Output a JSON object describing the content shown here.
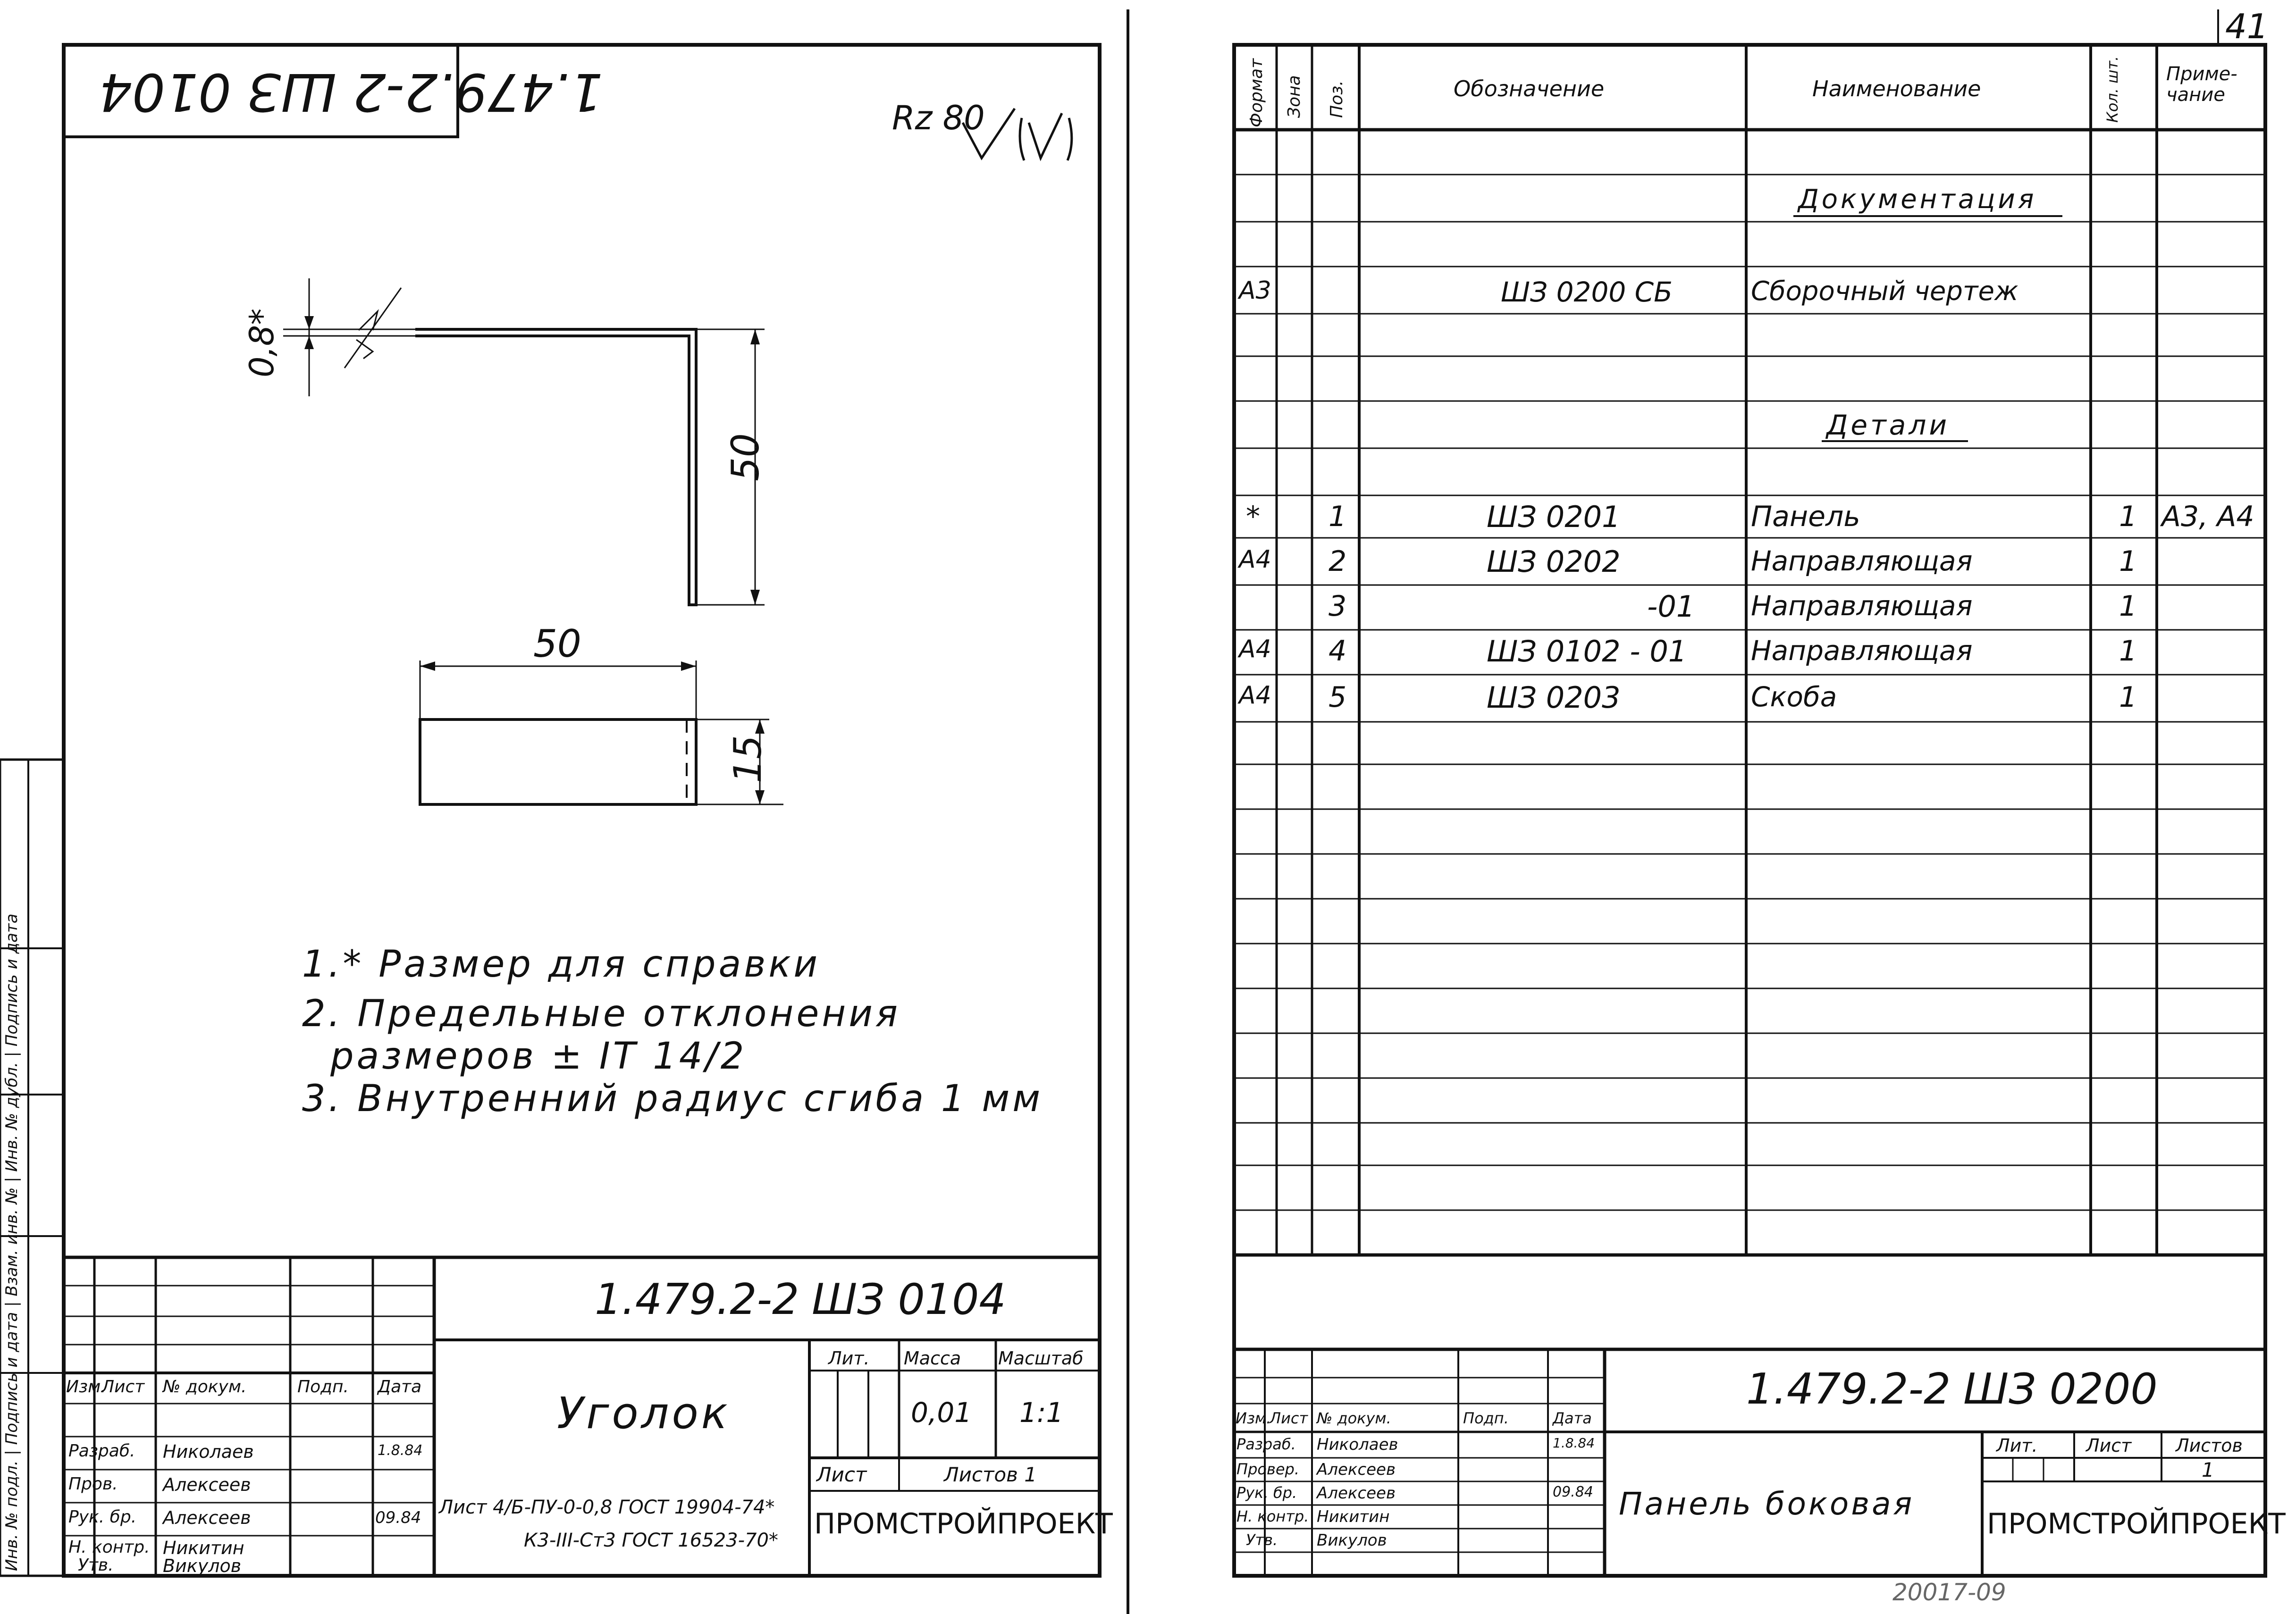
{
  "left_sheet": {
    "rotated_code": "1.479.2-2 ШЗ 0104",
    "roughness": "Rz 80",
    "dim_thickness": "0,8*",
    "dim_height": "50",
    "dim_width": "50",
    "dim_depth": "15",
    "notes": [
      "1.* Размер для справки",
      "2. Предельные отклонения",
      "размеров ± IT 14/2",
      "3. Внутренний радиус сгиба 1 мм"
    ],
    "title_block": {
      "doc_number": "1.479.2-2",
      "doc_code": "ШЗ 0104",
      "title": "Уголок",
      "headers": [
        "Изм.",
        "Лист",
        "№ докум.",
        "Подп.",
        "Дата"
      ],
      "roles": [
        "Разраб.",
        "Пров.",
        "Рук. бр.",
        "Н. контр.",
        "Утв."
      ],
      "names": [
        "Николаев",
        "Алексеев",
        "Алексеев",
        "Никитин",
        "Викулов"
      ],
      "dates": [
        "1.8.84",
        "",
        "09.84",
        "",
        ""
      ],
      "lit_label": "Лит.",
      "mass_label": "Масса",
      "scale_label": "Масштаб",
      "mass_value": "0,01",
      "scale_value": "1:1",
      "sheet_label": "Лист",
      "sheets_label": "Листов 1",
      "material_line1": "Лист 4/Б-ПУ-0-0,8 ГОСТ 19904-74*",
      "material_line2": "К3-III-Ст3 ГОСТ 16523-70*",
      "organization": "ПРОМСТРОЙПРОЕКТ"
    },
    "side_stamp": "Инв. № подл. | Подпись и дата | Взам. инв. № | Инв. № дубл. | Подпись и дата"
  },
  "right_sheet": {
    "page_number": "41",
    "columns": [
      "Формат",
      "Зона",
      "Поз.",
      "Обозначение",
      "Наименование",
      "Кол. шт.",
      "Приме-чание"
    ],
    "rows": [
      {
        "format": "",
        "pos": "",
        "designation": "",
        "name": "",
        "qty": "",
        "note": ""
      },
      {
        "format": "",
        "pos": "",
        "designation": "",
        "name": "Документация",
        "qty": "",
        "note": ""
      },
      {
        "format": "",
        "pos": "",
        "designation": "",
        "name": "",
        "qty": "",
        "note": ""
      },
      {
        "format": "А3",
        "pos": "",
        "designation": "ШЗ 0200 СБ",
        "name": "Сборочный чертеж",
        "qty": "",
        "note": ""
      },
      {
        "format": "",
        "pos": "",
        "designation": "",
        "name": "",
        "qty": "",
        "note": ""
      },
      {
        "format": "",
        "pos": "",
        "designation": "",
        "name": "",
        "qty": "",
        "note": ""
      },
      {
        "format": "",
        "pos": "",
        "designation": "",
        "name": "Детали",
        "qty": "",
        "note": ""
      },
      {
        "format": "",
        "pos": "",
        "designation": "",
        "name": "",
        "qty": "",
        "note": ""
      },
      {
        "format": "*",
        "pos": "1",
        "designation": "ШЗ 0201",
        "name": "Панель",
        "qty": "1",
        "note": "А3, А4"
      },
      {
        "format": "А4",
        "pos": "2",
        "designation": "ШЗ 0202",
        "name": "Направляющая",
        "qty": "1",
        "note": ""
      },
      {
        "format": "",
        "pos": "3",
        "designation": "-01",
        "name": "Направляющая",
        "qty": "1",
        "note": ""
      },
      {
        "format": "А4",
        "pos": "4",
        "designation": "ШЗ 0102 - 01",
        "name": "Направляющая",
        "qty": "1",
        "note": ""
      },
      {
        "format": "А4",
        "pos": "5",
        "designation": "ШЗ 0203",
        "name": "Скоба",
        "qty": "1",
        "note": ""
      }
    ],
    "title_block": {
      "doc_number": "1.479.2-2",
      "doc_code": "ШЗ 0200",
      "title": "Панель боковая",
      "headers": [
        "Изм.",
        "Лист",
        "№ докум.",
        "Подп.",
        "Дата"
      ],
      "roles": [
        "Разраб.",
        "Провер.",
        "Рук. бр.",
        "Н. контр.",
        "Утв."
      ],
      "names": [
        "Николаев",
        "Алексеев",
        "Алексеев",
        "Никитин",
        "Викулов"
      ],
      "dates": [
        "1.8.84",
        "",
        "09.84",
        "",
        ""
      ],
      "lit_label": "Лит.",
      "sheet_label": "Лист",
      "sheets_label": "Листов",
      "sheets_value": "1",
      "organization": "ПРОМСТРОЙПРОЕКТ"
    },
    "bottom_number": "20017-09"
  }
}
